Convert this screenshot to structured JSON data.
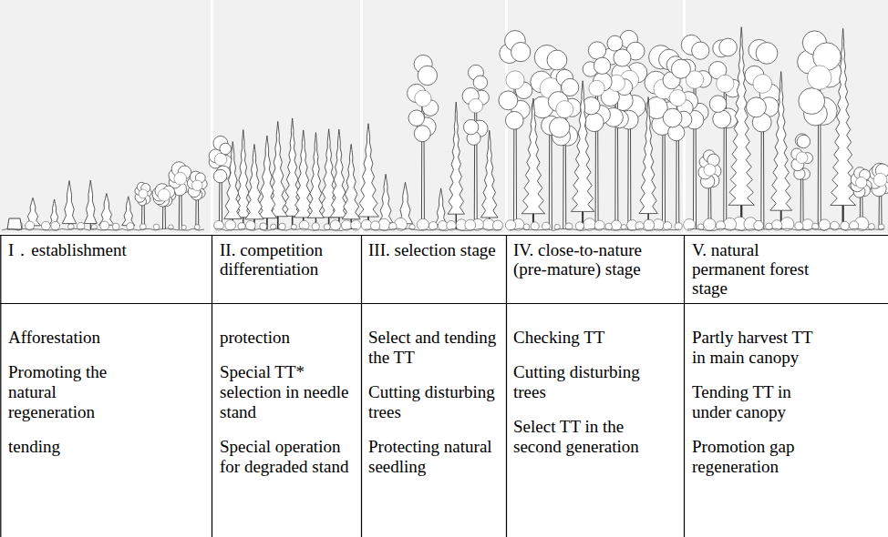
{
  "diagram": {
    "labels": [
      "I．establishment",
      "II. competition differentiation",
      "III. selection stage",
      "IV. close-to-nature (pre-mature) stage",
      "V. natural permanent forest stage",
      "Afforestation",
      "protection",
      "Select and tending the TT",
      "Checking TT",
      "Partly harvest TT in main canopy",
      "Promoting the natural regeneration",
      "Special TT* selection in needle stand",
      "Cutting disturbing trees",
      "Cutting disturbing trees",
      "Tending TT in under canopy",
      "tending",
      "Special operation for degraded stand",
      "Protecting natural seedling",
      "Select TT in the second generation",
      "Promotion gap regeneration"
    ]
  }
}
